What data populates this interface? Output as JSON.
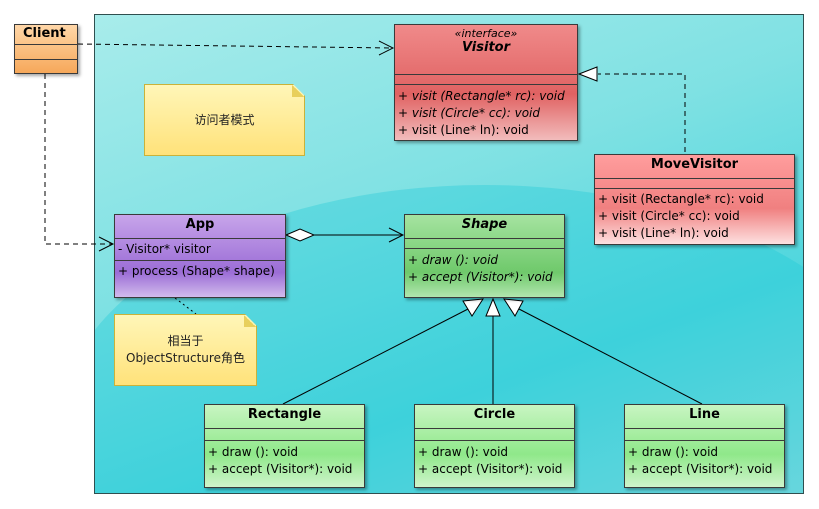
{
  "title": "访问者模式",
  "classes": {
    "client": {
      "name": "Client"
    },
    "visitor": {
      "stereotype": "«interface»",
      "name": "Visitor",
      "operations": [
        "+ visit (Rectangle* rc): void",
        "+ visit (Circle* cc): void",
        "+ visit (Line* ln): void"
      ]
    },
    "move_visitor": {
      "name": "MoveVisitor",
      "operations": [
        "+ visit (Rectangle* rc): void",
        "+ visit (Circle* cc): void",
        "+ visit (Line* ln): void"
      ]
    },
    "app": {
      "name": "App",
      "attributes": [
        "- Visitor* visitor"
      ],
      "operations": [
        "+ process (Shape* shape)"
      ]
    },
    "shape": {
      "name": "Shape",
      "operations": [
        "+ draw (): void",
        "+ accept (Visitor*): void"
      ]
    },
    "rectangle": {
      "name": "Rectangle",
      "operations": [
        "+ draw (): void",
        "+ accept (Visitor*): void"
      ]
    },
    "circle": {
      "name": "Circle",
      "operations": [
        "+ draw (): void",
        "+ accept (Visitor*): void"
      ]
    },
    "line": {
      "name": "Line",
      "operations": [
        "+ draw (): void",
        "+ accept (Visitor*): void"
      ]
    }
  },
  "notes": {
    "pattern_note": "访问者模式",
    "app_note_line1": "相当于",
    "app_note_line2": "ObjectStructure角色"
  },
  "colors": {
    "package_fill": "#5fd8de",
    "client_fill": "#f6a85a",
    "visitor_fill": "#e06262",
    "move_visitor_fill": "#f08080",
    "app_fill": "#9b6dd6",
    "shape_fill": "#6fc96b",
    "leaf_fill": "#8fe88a",
    "note_fill": "#ffe27a"
  }
}
